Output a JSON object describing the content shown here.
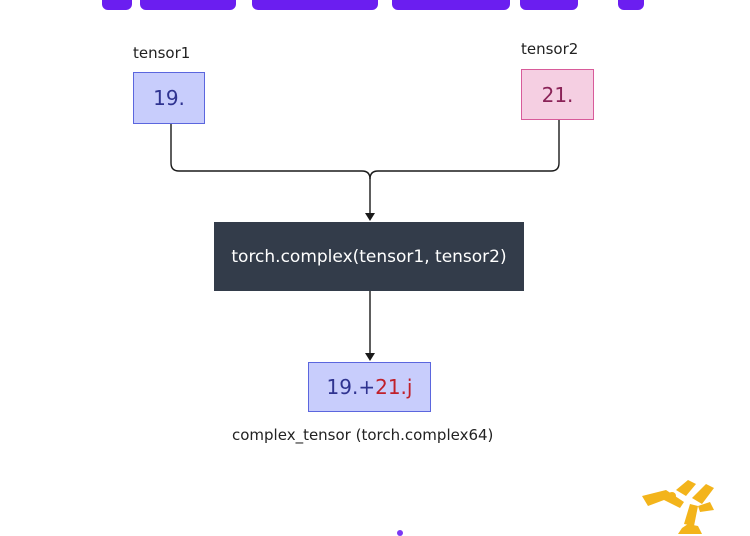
{
  "diagram": {
    "input1": {
      "name": "tensor1",
      "value": "19."
    },
    "input2": {
      "name": "tensor2",
      "value": "21."
    },
    "operation": {
      "label": "torch.complex(tensor1, tensor2)"
    },
    "output": {
      "real": "19.",
      "plus": "+",
      "imag": "21.j",
      "caption": "complex_tensor (torch.complex64)"
    }
  },
  "colors": {
    "title_accent": "#6b1ef0",
    "tensor1_fill": "#c8cdfc",
    "tensor1_border": "#5b66de",
    "tensor2_fill": "#f5cfe2",
    "tensor2_border": "#d85b9a",
    "operation_fill": "#333c4a",
    "imag_text": "#c0202a",
    "logo": "#f3b41b"
  },
  "icons": {
    "logo": "yellow-figure-logo-icon",
    "arrowhead": "down-arrowhead-icon"
  }
}
